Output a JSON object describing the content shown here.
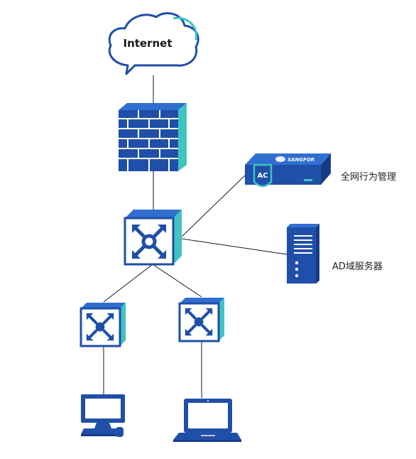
{
  "nodes": {
    "internet": {
      "label": "Internet",
      "icon": "cloud-icon"
    },
    "firewall": {
      "icon": "firewall-icon"
    },
    "core_switch": {
      "icon": "core-switch-icon"
    },
    "ac_device": {
      "label": "全网行为管理",
      "badge": "AC",
      "brand": "SANGFOR",
      "icon": "sangfor-ac-icon"
    },
    "ad_server": {
      "label": "AD域服务器",
      "icon": "server-icon"
    },
    "access_switch_left": {
      "icon": "access-switch-icon"
    },
    "access_switch_right": {
      "icon": "access-switch-icon"
    },
    "desktop": {
      "icon": "desktop-computer-icon"
    },
    "laptop": {
      "icon": "laptop-icon"
    }
  },
  "colors": {
    "device_blue": "#1f4fa8",
    "device_dark": "#173c86",
    "device_light": "#2f6fd0",
    "teal_edge": "#3fc4c0",
    "line": "#1a1a1a"
  }
}
